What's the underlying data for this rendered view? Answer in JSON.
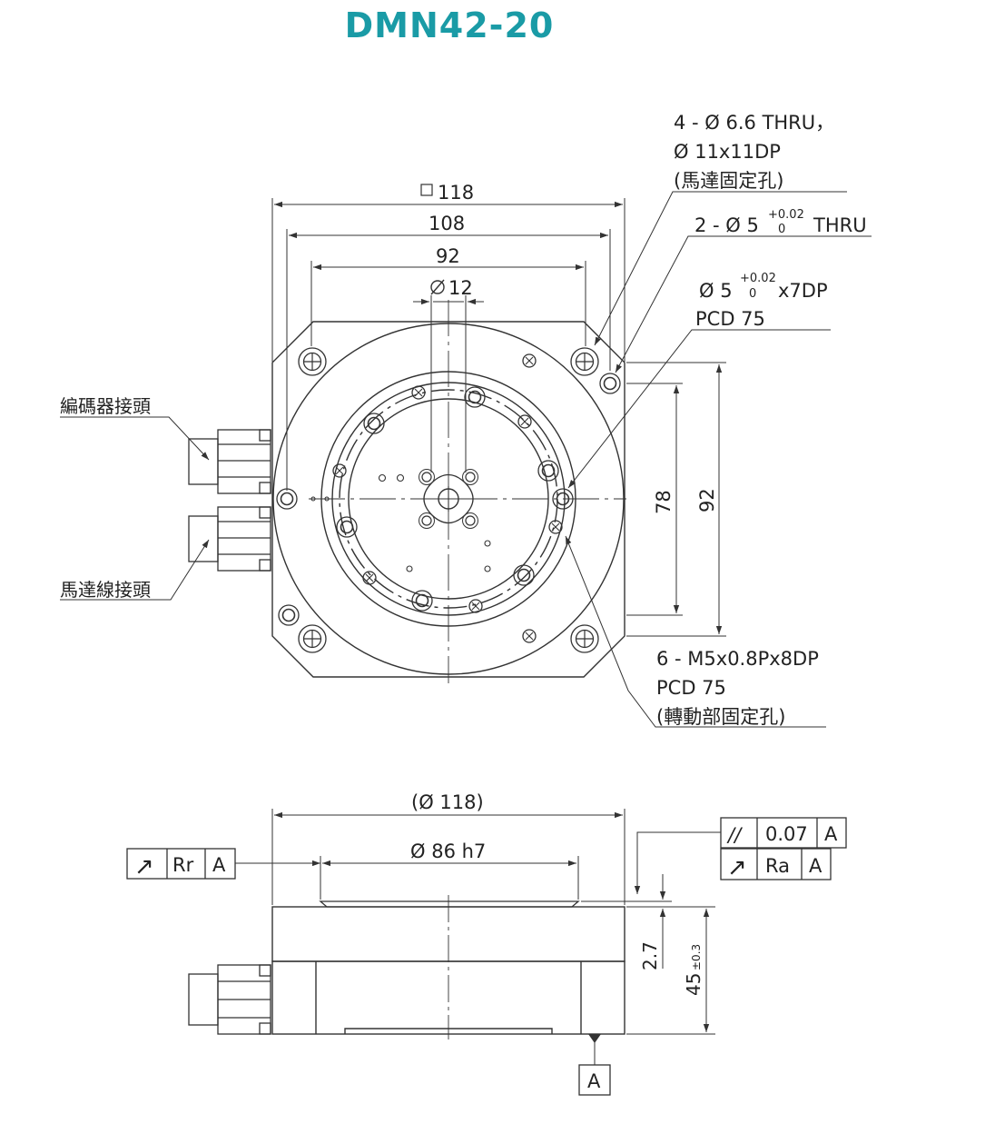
{
  "title": "DMN42-20",
  "colors": {
    "title": "#1a9ba6",
    "line": "#333333"
  },
  "top_view": {
    "dims": {
      "square": "118",
      "d108": "108",
      "d92": "92",
      "dia12": "12",
      "v78": "78",
      "v92": "92"
    },
    "notes": {
      "motor_holes_1": "4 - Ø 6.6 THRU，",
      "motor_holes_2": "Ø 11x11DP",
      "motor_holes_3": "(馬達固定孔)",
      "pin_holes_prefix": "2 - Ø 5",
      "pin_holes_suffix": "THRU",
      "tol_upper": "+0.02",
      "tol_lower": "0",
      "dp_hole_prefix": "Ø 5",
      "dp_hole_suffix": "x7DP",
      "pcd_top": "PCD 75",
      "thread_1": "6 - M5x0.8Px8DP",
      "thread_2": "PCD 75",
      "thread_3": "(轉動部固定孔)",
      "encoder": "編碼器接頭",
      "motor_cable": "馬達線接頭"
    }
  },
  "side_view": {
    "dims": {
      "outer": "(Ø 118)",
      "inner": "Ø 86 h7",
      "h27": "2.7",
      "h45": "45",
      "h45_tol": "±0.3"
    },
    "frames": {
      "runout_symbol": "↗",
      "runout_label": "Rr",
      "runout_datum": "A",
      "parallel_symbol": "//",
      "parallel_value": "0.07",
      "parallel_datum": "A",
      "flat_symbol": "↗",
      "flat_label": "Ra",
      "flat_datum": "A",
      "datum_label": "A"
    }
  }
}
